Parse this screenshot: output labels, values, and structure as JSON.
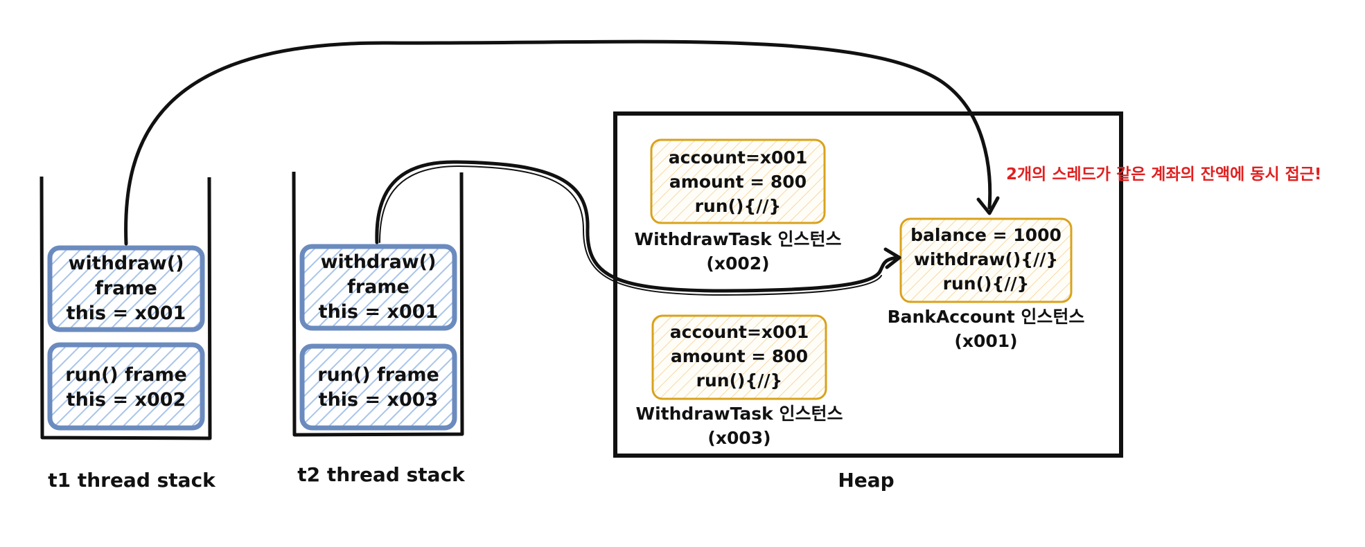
{
  "stacks": [
    {
      "label": "t1 thread stack",
      "frames": [
        {
          "lines": [
            "withdraw()",
            "frame",
            "this = x001"
          ]
        },
        {
          "lines": [
            "run() frame",
            "this = x002"
          ]
        }
      ]
    },
    {
      "label": "t2 thread stack",
      "frames": [
        {
          "lines": [
            "withdraw()",
            "frame",
            "this = x001"
          ]
        },
        {
          "lines": [
            "run() frame",
            "this = x003"
          ]
        }
      ]
    }
  ],
  "heap": {
    "label": "Heap",
    "objects": [
      {
        "lines": [
          "account=x001",
          "amount = 800",
          "run(){//}"
        ],
        "caption": [
          "WithdrawTask 인스턴스",
          "(x002)"
        ]
      },
      {
        "lines": [
          "account=x001",
          "amount = 800",
          "run(){//}"
        ],
        "caption": [
          "WithdrawTask 인스턴스",
          "(x003)"
        ]
      },
      {
        "lines": [
          "balance = 1000",
          "withdraw(){//}",
          "run(){//}"
        ],
        "caption": [
          "BankAccount 인스턴스",
          "(x001)"
        ]
      }
    ]
  },
  "note": "2개의 스레드가 같은 계좌의 잔액에 동시 접근!",
  "colors": {
    "frame_stroke": "#6b8bbf",
    "frame_hatch": "#a9c4ea",
    "object_stroke": "#d9a21b",
    "object_hatch": "#f5d9a5",
    "note": "#e02020",
    "line": "#111111"
  }
}
